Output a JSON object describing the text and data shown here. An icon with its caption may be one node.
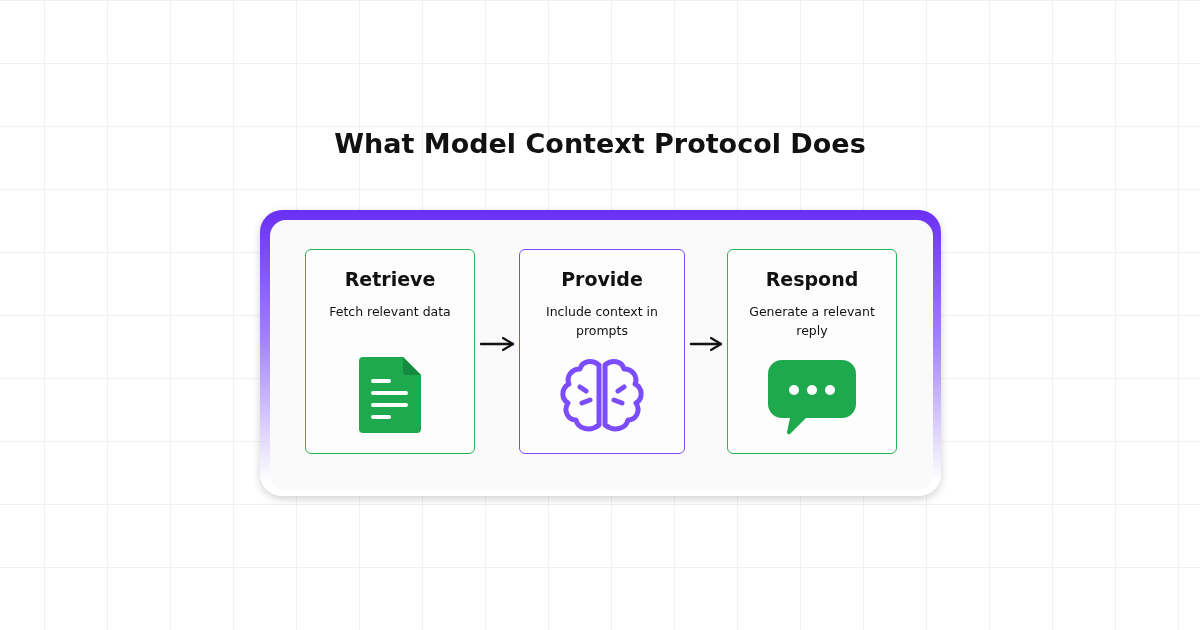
{
  "diagram": {
    "title": "What Model Context Protocol Does",
    "nodes": [
      {
        "text": [
          "Retrieve",
          "Fetch relevant data"
        ]
      },
      {
        "text": [
          "Provide",
          "Include context in prompts"
        ]
      },
      {
        "text": [
          "Respond",
          "Generate a relevant reply"
        ]
      }
    ],
    "edges": [
      {
        "from": 0,
        "to": 1,
        "arrow": "to"
      },
      {
        "from": 1,
        "to": 2,
        "arrow": "to"
      }
    ]
  }
}
